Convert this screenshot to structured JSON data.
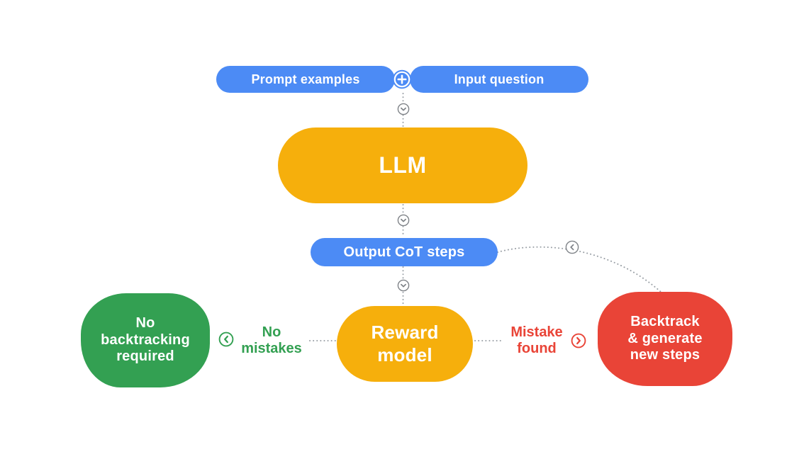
{
  "colors": {
    "blue": "#4C8BF5",
    "yellow": "#F6AF0C",
    "green": "#33A052",
    "red": "#E94437",
    "icon_gray": "#7F8388",
    "dot_gray": "#9AA0A6",
    "text_white": "#FFFFFF",
    "background": "#FFFFFF"
  },
  "nodes": {
    "prompt_examples": {
      "label": "Prompt examples"
    },
    "input_question": {
      "label": "Input question"
    },
    "llm": {
      "label": "LLM"
    },
    "output_cot_steps": {
      "label": "Output CoT steps"
    },
    "reward_model": {
      "line1": "Reward",
      "line2": "model"
    },
    "no_backtracking": {
      "line1": "No",
      "line2": "backtracking",
      "line3": "required"
    },
    "backtrack": {
      "line1": "Backtrack",
      "line2": "& generate",
      "line3": "new steps"
    }
  },
  "edge_labels": {
    "no_mistakes": {
      "line1": "No",
      "line2": "mistakes"
    },
    "mistake_found": {
      "line1": "Mistake",
      "line2": "found"
    }
  },
  "icons": {
    "plus": "plus-icon",
    "down_arrows": "chevron-down-icon",
    "loop_arrow": "chevron-left-icon",
    "no_mistakes_arrow": "chevron-left-icon",
    "mistake_found_arrow": "chevron-right-icon"
  }
}
